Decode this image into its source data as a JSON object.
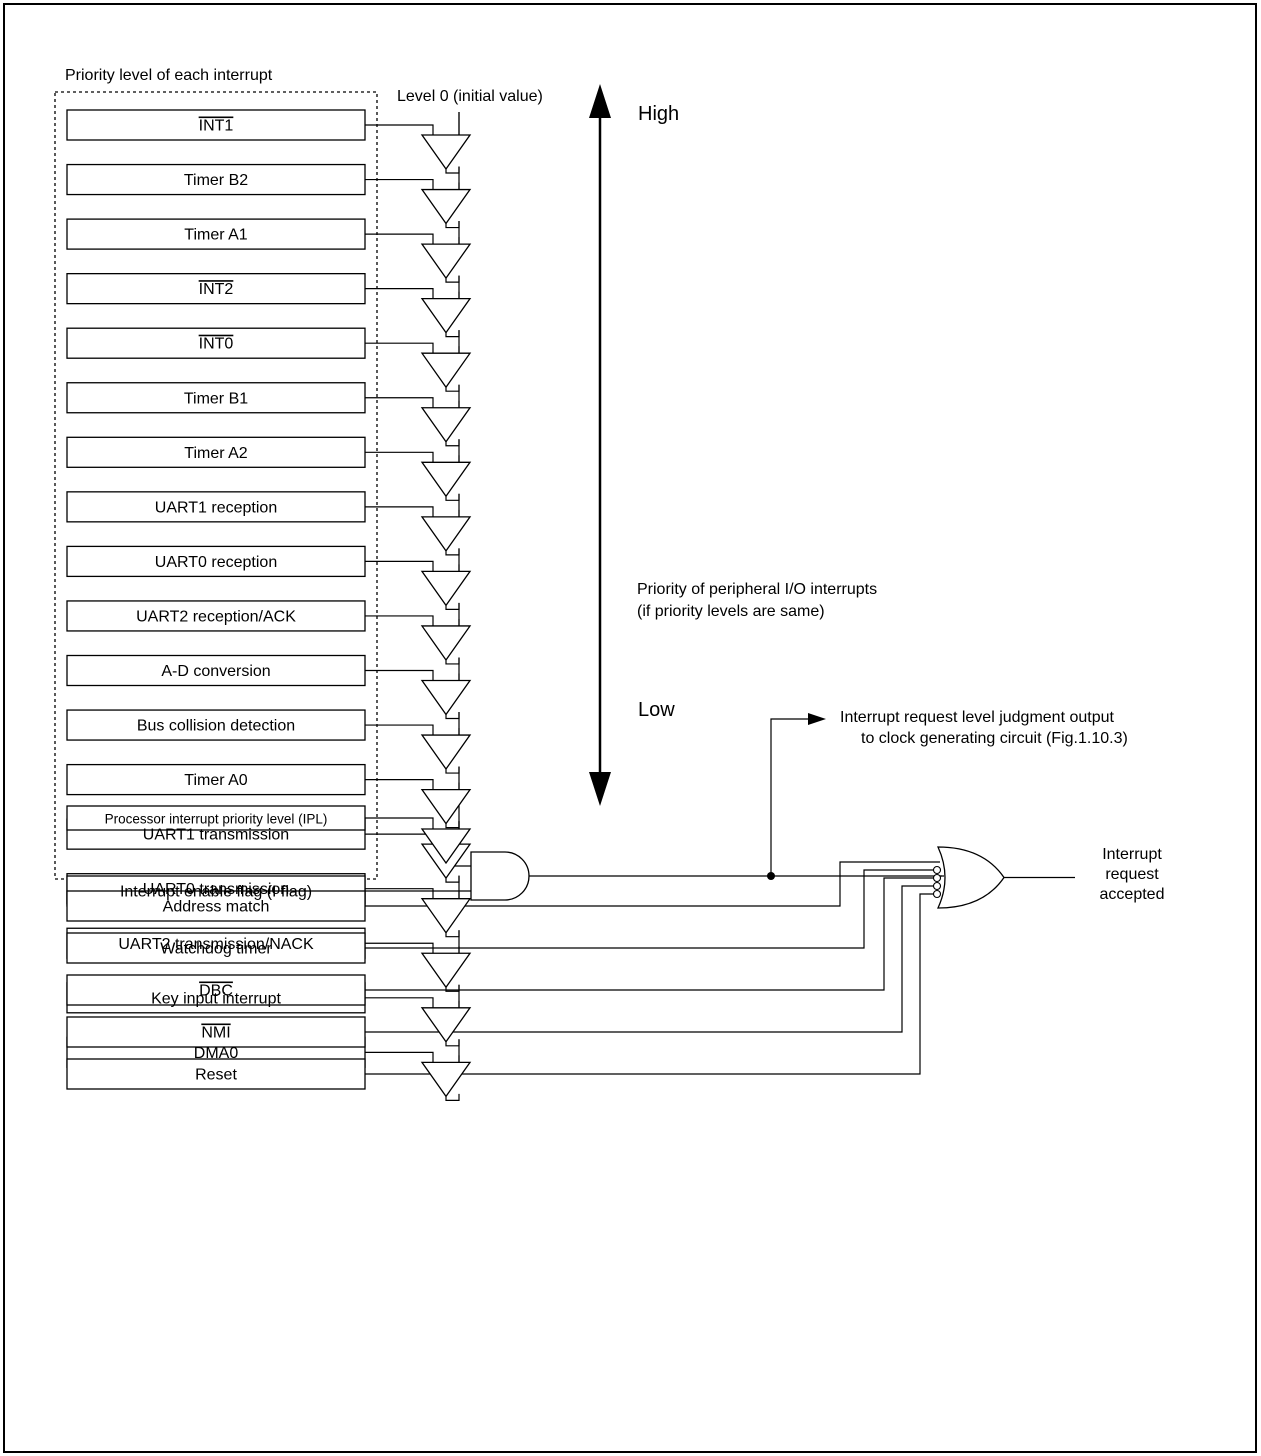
{
  "group_label": "Priority level of each interrupt",
  "level0_label": "Level 0 (initial value)",
  "high_label": "High",
  "low_label": "Low",
  "priority_note": [
    "Priority of peripheral I/O interrupts",
    "(if priority levels are same)"
  ],
  "interrupts": [
    {
      "label": "INT1",
      "overline": true
    },
    {
      "label": "Timer B2",
      "overline": false
    },
    {
      "label": "Timer A1",
      "overline": false
    },
    {
      "label": "INT2",
      "overline": true
    },
    {
      "label": "INT0",
      "overline": true
    },
    {
      "label": "Timer B1",
      "overline": false
    },
    {
      "label": "Timer A2",
      "overline": false
    },
    {
      "label": "UART1 reception",
      "overline": false
    },
    {
      "label": "UART0 reception",
      "overline": false
    },
    {
      "label": "UART2 reception/ACK",
      "overline": false
    },
    {
      "label": "A-D conversion",
      "overline": false
    },
    {
      "label": "Bus collision detection",
      "overline": false
    },
    {
      "label": "Timer A0",
      "overline": false
    },
    {
      "label": "UART1 transmission",
      "overline": false
    },
    {
      "label": "UART0 transmission",
      "overline": false
    },
    {
      "label": "UART2 transmission/NACK",
      "overline": false
    },
    {
      "label": "Key input interrupt",
      "overline": false
    },
    {
      "label": "DMA0",
      "overline": false
    }
  ],
  "ipl_label": "Processor interrupt priority level (IPL)",
  "iflag_label": "Interrupt enable flag (I flag)",
  "other_sources": [
    {
      "label": "Address match",
      "overline": false
    },
    {
      "label": "Watchdog timer",
      "overline": false
    },
    {
      "label": "DBC",
      "overline": true
    },
    {
      "label": "NMI",
      "overline": true
    },
    {
      "label": "Reset",
      "overline": false
    }
  ],
  "judgment_output": [
    "Interrupt request level judgment output",
    "to clock generating circuit (Fig.1.10.3)"
  ],
  "result_label": [
    "Interrupt",
    "request",
    "accepted"
  ]
}
